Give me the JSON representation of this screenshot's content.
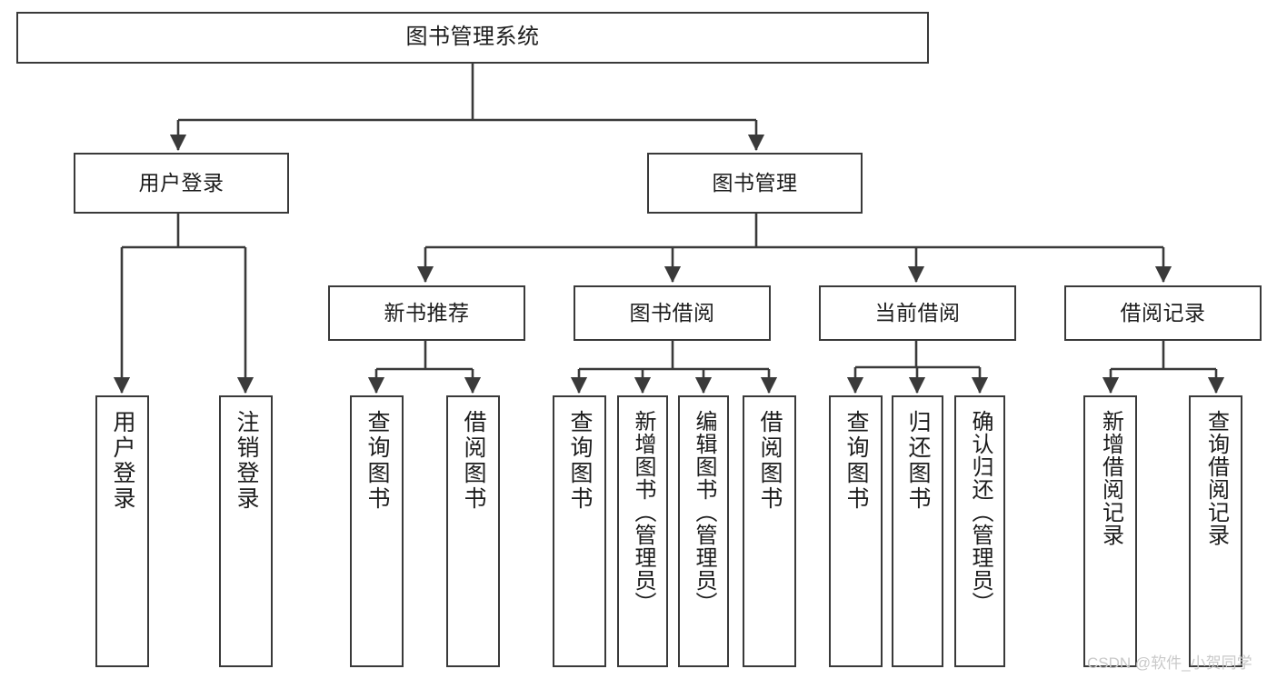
{
  "diagram": {
    "title": "图书管理系统",
    "type": "tree-hierarchy-diagram",
    "style": {
      "box_border_color": "#3a3a3a",
      "box_fill_color": "#ffffff",
      "edge_color": "#3a3a3a",
      "text_color": "#1c1c1c",
      "background": "#ffffff"
    },
    "levels": {
      "level1": [
        "图书管理系统"
      ],
      "level2": [
        "用户登录",
        "图书管理"
      ],
      "level3": [
        "新书推荐",
        "图书借阅",
        "当前借阅",
        "借阅记录"
      ],
      "level4": [
        "用户登录",
        "注销登录",
        "查询图书",
        "借阅图书",
        "查询图书",
        "新增图书（管理员）",
        "编辑图书（管理员）",
        "借阅图书",
        "查询图书",
        "归还图书",
        "确认归还（管理员）",
        "新增借阅记录",
        "查询借阅记录"
      ]
    },
    "nodes": {
      "root": {
        "label": "图书管理系统"
      },
      "user_login": {
        "label": "用户登录"
      },
      "book_manage": {
        "label": "图书管理"
      },
      "new_book_rec": {
        "label": "新书推荐"
      },
      "book_borrow": {
        "label": "图书借阅"
      },
      "current_borrow": {
        "label": "当前借阅"
      },
      "borrow_record": {
        "label": "借阅记录"
      },
      "leaf_user_login": {
        "label": "用户登录"
      },
      "leaf_logout": {
        "label": "注销登录"
      },
      "leaf_query_book_a": {
        "label": "查询图书"
      },
      "leaf_borrow_book_a": {
        "label": "借阅图书"
      },
      "leaf_query_book_b": {
        "label": "查询图书"
      },
      "leaf_add_book_admin": {
        "label": "新增图书（管理员）"
      },
      "leaf_edit_book_admin": {
        "label": "编辑图书（管理员）"
      },
      "leaf_borrow_book_b": {
        "label": "借阅图书"
      },
      "leaf_query_book_c": {
        "label": "查询图书"
      },
      "leaf_return_book": {
        "label": "归还图书"
      },
      "leaf_confirm_return_admin": {
        "label": "确认归还（管理员）"
      },
      "leaf_add_record": {
        "label": "新增借阅记录"
      },
      "leaf_query_record": {
        "label": "查询借阅记录"
      }
    },
    "edges": [
      {
        "from": "图书管理系统",
        "to": "用户登录"
      },
      {
        "from": "图书管理系统",
        "to": "图书管理"
      },
      {
        "from": "用户登录",
        "to": "用户登录"
      },
      {
        "from": "用户登录",
        "to": "注销登录"
      },
      {
        "from": "图书管理",
        "to": "新书推荐"
      },
      {
        "from": "图书管理",
        "to": "图书借阅"
      },
      {
        "from": "图书管理",
        "to": "当前借阅"
      },
      {
        "from": "图书管理",
        "to": "借阅记录"
      },
      {
        "from": "新书推荐",
        "to": "查询图书"
      },
      {
        "from": "新书推荐",
        "to": "借阅图书"
      },
      {
        "from": "图书借阅",
        "to": "查询图书"
      },
      {
        "from": "图书借阅",
        "to": "新增图书（管理员）"
      },
      {
        "from": "图书借阅",
        "to": "编辑图书（管理员）"
      },
      {
        "from": "图书借阅",
        "to": "借阅图书"
      },
      {
        "from": "当前借阅",
        "to": "查询图书"
      },
      {
        "from": "当前借阅",
        "to": "归还图书"
      },
      {
        "from": "当前借阅",
        "to": "确认归还（管理员）"
      },
      {
        "from": "借阅记录",
        "to": "新增借阅记录"
      },
      {
        "from": "借阅记录",
        "to": "查询借阅记录"
      }
    ]
  },
  "watermark": {
    "text": "CSDN @软件_小贺同学"
  }
}
